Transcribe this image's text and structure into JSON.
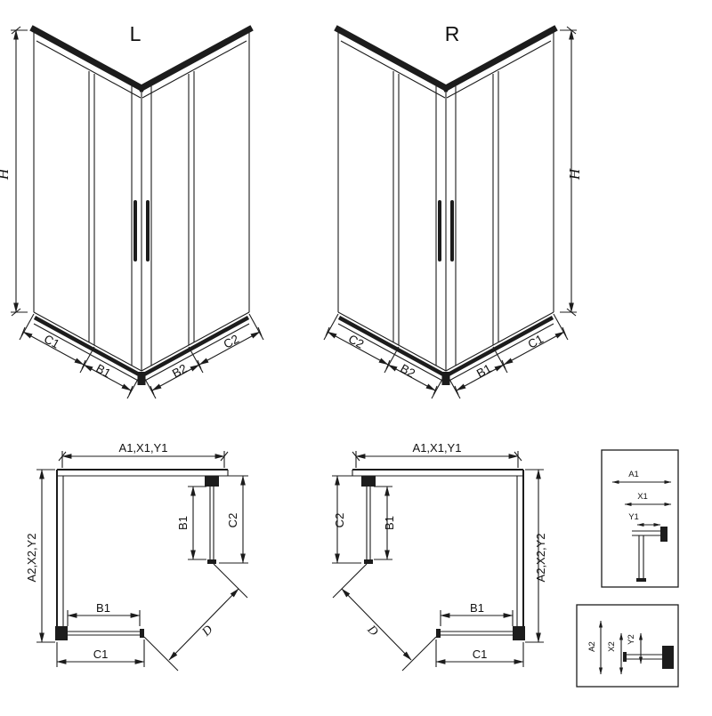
{
  "drawing": {
    "background": "#ffffff",
    "line_color": "#1c1c1c"
  },
  "iso_left": {
    "label": "L",
    "height_dim": "H",
    "bottom_outer_left_dim": "C1",
    "bottom_inner_left_dim": "B1",
    "bottom_inner_right_dim": "B2",
    "bottom_outer_right_dim": "C2"
  },
  "iso_right": {
    "label": "R",
    "height_dim": "H",
    "bottom_outer_left_dim": "C2",
    "bottom_inner_left_dim": "B2",
    "bottom_inner_right_dim": "B1",
    "bottom_outer_right_dim": "C1"
  },
  "plan_left": {
    "top_dim": "A1,X1,Y1",
    "side_dim": "A2,X2,Y2",
    "panel_inner_dim": "B1",
    "panel_outer_dim": "C2",
    "bottom_inner_dim": "B1",
    "bottom_outer_dim": "C1",
    "diagonal_dim": "D"
  },
  "plan_right": {
    "top_dim": "A1,X1,Y1",
    "side_dim": "A2,X2,Y2",
    "panel_inner_dim": "B1",
    "panel_outer_dim": "C2",
    "bottom_inner_dim": "B1",
    "bottom_outer_dim": "C1",
    "diagonal_dim": "D"
  },
  "detail_top": {
    "dim1": "A1",
    "dim2": "X1",
    "dim3": "Y1"
  },
  "detail_bottom": {
    "dim1": "A2",
    "dim2": "X2",
    "dim3": "Y2"
  }
}
